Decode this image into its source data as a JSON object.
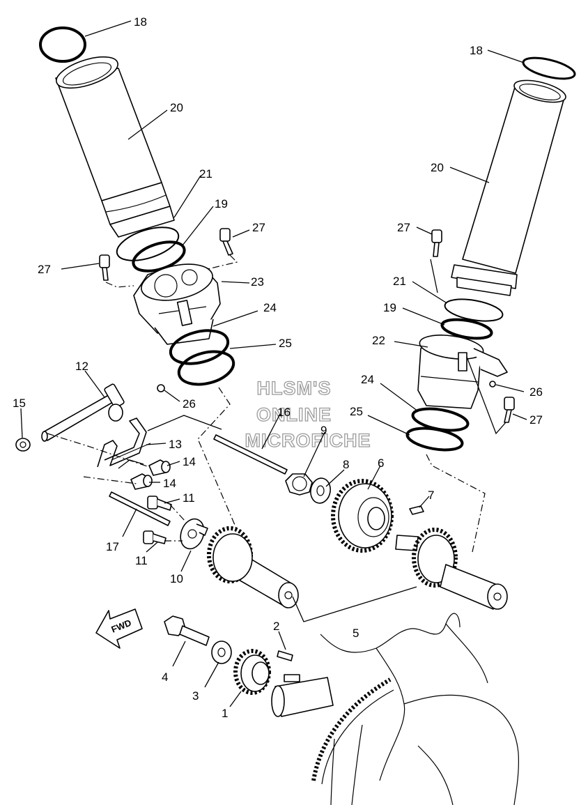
{
  "watermark": {
    "line1": "HLSM'S",
    "line2": "ONLINE",
    "line3": "MICROFICHE"
  },
  "direction_label": "FWD",
  "callouts": {
    "c1": "1",
    "c2": "2",
    "c3": "3",
    "c4": "4",
    "c5": "5",
    "c6": "6",
    "c7": "7",
    "c8": "8",
    "c9": "9",
    "c10": "10",
    "c11a": "11",
    "c11b": "11",
    "c12": "12",
    "c13": "13",
    "c14a": "14",
    "c14b": "14",
    "c15": "15",
    "c16": "16",
    "c17": "17",
    "c18a": "18",
    "c18b": "18",
    "c19a": "19",
    "c19b": "19",
    "c20a": "20",
    "c20b": "20",
    "c21a": "21",
    "c21b": "21",
    "c22": "22",
    "c23": "23",
    "c24a": "24",
    "c24b": "24",
    "c25a": "25",
    "c25b": "25",
    "c26a": "26",
    "c26b": "26",
    "c27a": "27",
    "c27b": "27",
    "c27c": "27",
    "c27d": "27"
  }
}
